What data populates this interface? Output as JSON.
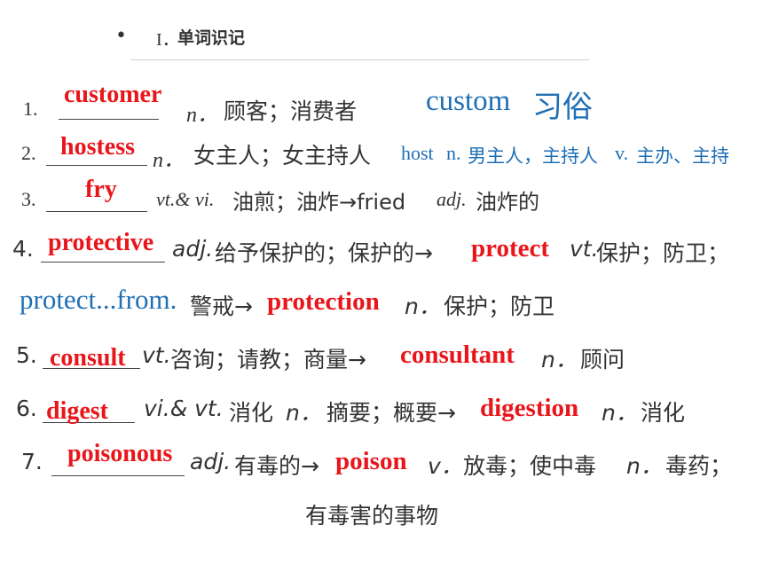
{
  "heading": {
    "bullet": "•",
    "roman": "I．",
    "title": "单词识记"
  },
  "items": [
    {
      "num": "1.",
      "answer": "customer",
      "pos": "n．",
      "meaning": "顾客；消费者",
      "note_word": "custom",
      "note_meaning": "习俗"
    },
    {
      "num": "2.",
      "answer": "hostess",
      "pos": "n．",
      "meaning": "女主人；女主持人",
      "note_word": "host",
      "note_pos": "n.",
      "note_meaning": "男主人，主持人",
      "note_pos2": "v.",
      "note_meaning2": "主办、主持"
    },
    {
      "num": "3.",
      "answer": "fry",
      "pos": "vt.& vi.",
      "meaning": "油煎；油炸→fried",
      "pos2": "adj.",
      "meaning2": "油炸的"
    },
    {
      "num": "4.",
      "answer": "protective",
      "pos": "adj.",
      "meaning": "给予保护的；保护的→",
      "derived": "protect",
      "pos2": "vt.",
      "meaning2": "保护；防卫；",
      "phrase": "protect...from.",
      "meaning3": "警戒→",
      "derived2": "protection",
      "pos3": "n．",
      "meaning4": "保护；防卫"
    },
    {
      "num": "5.",
      "answer": "consult",
      "pos": "vt.",
      "meaning": "咨询；请教；商量→",
      "derived": "consultant",
      "pos2": "n．",
      "meaning2": "顾问"
    },
    {
      "num": "6.",
      "answer": "digest",
      "pos": "vi.& vt.",
      "meaning": "消化",
      "pos2": "n．",
      "meaning2": "摘要；概要→",
      "derived": "digestion",
      "pos3": "n．",
      "meaning3": "消化"
    },
    {
      "num": "7.",
      "answer": "poisonous",
      "pos": "adj.",
      "meaning": "有毒的→",
      "derived": "poison",
      "pos2": "v．",
      "meaning2": "放毒；使中毒",
      "pos3": "n．",
      "meaning3": "毒药；",
      "meaning4": "有毒害的事物"
    }
  ],
  "colors": {
    "answer": "#e8161b",
    "note": "#1f6fb5",
    "text": "#333333"
  }
}
